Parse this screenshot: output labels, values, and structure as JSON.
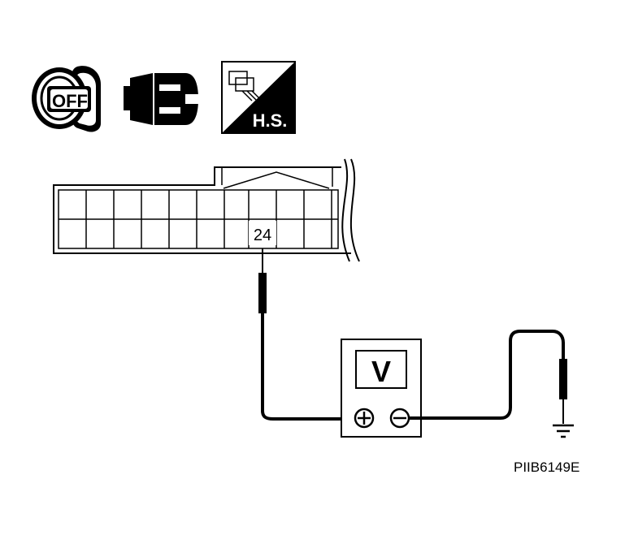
{
  "icons": {
    "ignition": {
      "name": "ignition-key-icon",
      "label": "OFF"
    },
    "connector": {
      "name": "disconnected-connector-icon"
    },
    "harness_side": {
      "name": "harness-side-icon",
      "label": "H.S."
    }
  },
  "connector": {
    "pin_label": "24"
  },
  "meter": {
    "name": "voltmeter-icon",
    "label": "V",
    "positive": "⊕",
    "negative": "⊖"
  },
  "ground": {
    "name": "ground-icon"
  },
  "figure": {
    "reference_code": "PIIB6149E"
  }
}
